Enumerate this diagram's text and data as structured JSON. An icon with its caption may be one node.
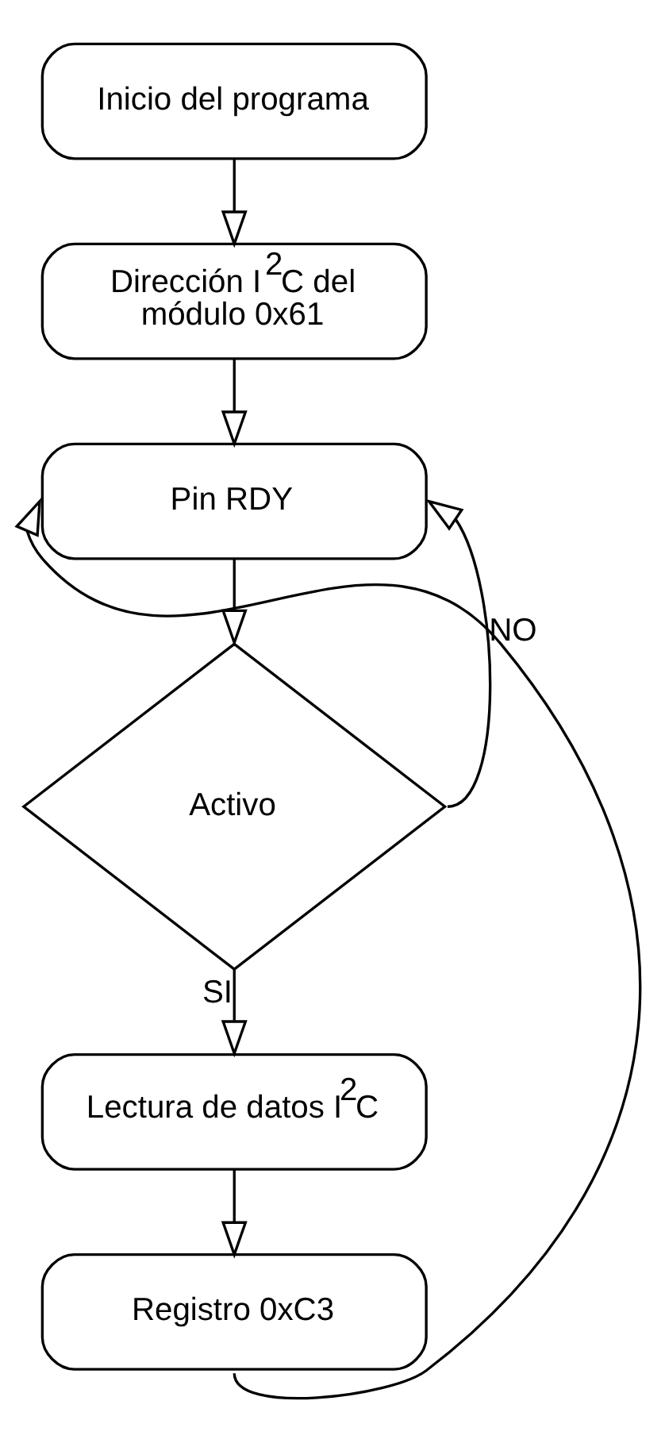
{
  "diagram": {
    "nodes": [
      {
        "text": [
          "Inicio del programa"
        ]
      },
      {
        "text": [
          "Dirección I$^{2}$C del módulo 0x61"
        ]
      },
      {
        "text": [
          "Pin RDY"
        ]
      },
      {
        "text": [
          "Activo"
        ]
      },
      {
        "text": [
          "Lectura de datos I$^{2}$C"
        ]
      },
      {
        "text": [
          "Registro 0xC3"
        ]
      }
    ],
    "edges": [
      {
        "from": 0,
        "to": 1,
        "arrow": "to"
      },
      {
        "from": 1,
        "to": 2,
        "arrow": "to"
      },
      {
        "from": 2,
        "to": 3,
        "arrow": "to"
      },
      {
        "from": 3,
        "to": 2,
        "arrow": "to",
        "label": "NO"
      },
      {
        "from": 3,
        "to": 4,
        "arrow": "to",
        "label": "SI"
      },
      {
        "from": 4,
        "to": 5,
        "arrow": "to"
      },
      {
        "from": 5,
        "to": 2,
        "arrow": "to"
      }
    ]
  }
}
